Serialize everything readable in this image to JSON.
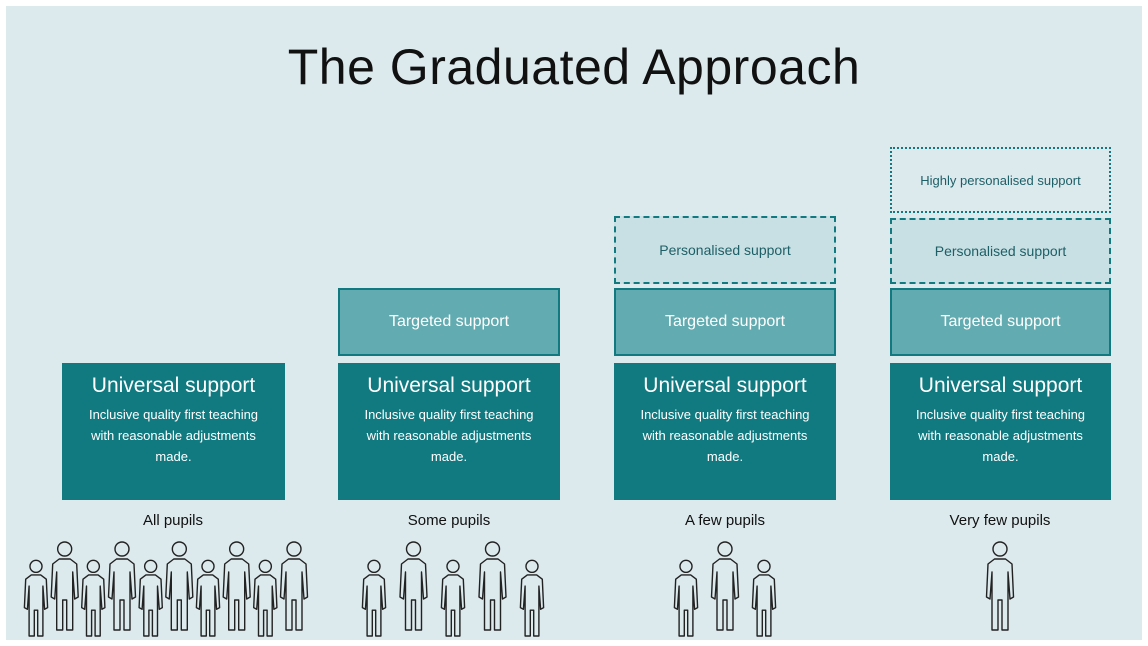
{
  "title": "The Graduated Approach",
  "universal_title": "Universal support",
  "universal_desc": "Inclusive quality first teaching with reasonable adjustments made.",
  "targeted_label": "Targeted support",
  "personalised_label": "Personalised support",
  "highly_label": "Highly personalised support",
  "columns": [
    {
      "pupils_label": "All pupils",
      "people_count": 10
    },
    {
      "pupils_label": "Some pupils",
      "people_count": 5
    },
    {
      "pupils_label": "A few pupils",
      "people_count": 3
    },
    {
      "pupils_label": "Very few pupils",
      "people_count": 1
    }
  ],
  "colors": {
    "dark_teal": "#117a80",
    "mid_teal": "#62acb1",
    "light_teal": "#c8e0e4",
    "background": "#dce9ed"
  },
  "icons": [
    "person-icon"
  ]
}
